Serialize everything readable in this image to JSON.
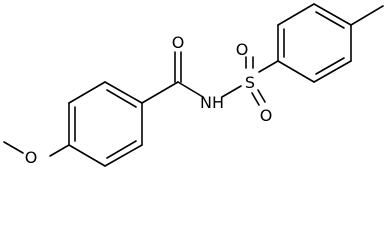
{
  "structure": {
    "atoms": {
      "carbonyl_oxygen": "O",
      "amide_nitrogen": "NH",
      "sulfur": "S",
      "sulfonyl_oxygen_top": "O",
      "sulfonyl_oxygen_bottom": "O",
      "methoxy_oxygen": "O"
    }
  },
  "colors": {
    "bond": "#000000",
    "label": "#000000",
    "background": "#ffffff"
  }
}
